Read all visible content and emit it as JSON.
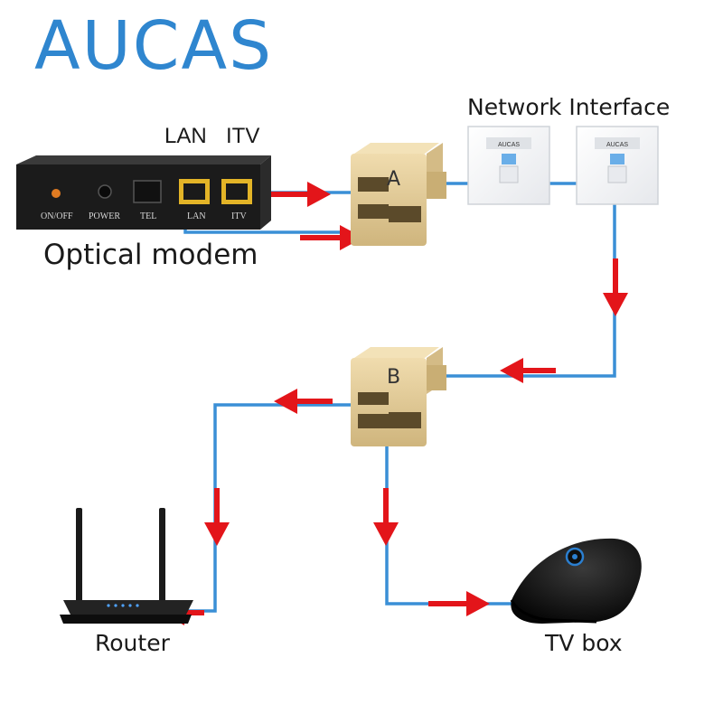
{
  "brand": {
    "name": "AUCAS",
    "color": "#2f86cf"
  },
  "modem": {
    "label": "Optical modem",
    "top_labels": {
      "lan": "LAN",
      "itv": "ITV"
    },
    "ports": {
      "on_off": "ON/OFF",
      "power": "POWER",
      "tel": "TEL",
      "lan": "LAN",
      "itv": "ITV"
    }
  },
  "couplers": {
    "a": "A",
    "b": "B"
  },
  "network_interface": {
    "label": "Network Interface",
    "plate_brand": "AUCAS"
  },
  "devices": {
    "router": "Router",
    "tv_box": "TV box"
  },
  "colors": {
    "cable": "#3a8fd6",
    "arrow": "#e3151a",
    "coupler_body": "#e3cc98",
    "modem_body": "#1b1b1b",
    "port_yellow": "#e3b427"
  }
}
